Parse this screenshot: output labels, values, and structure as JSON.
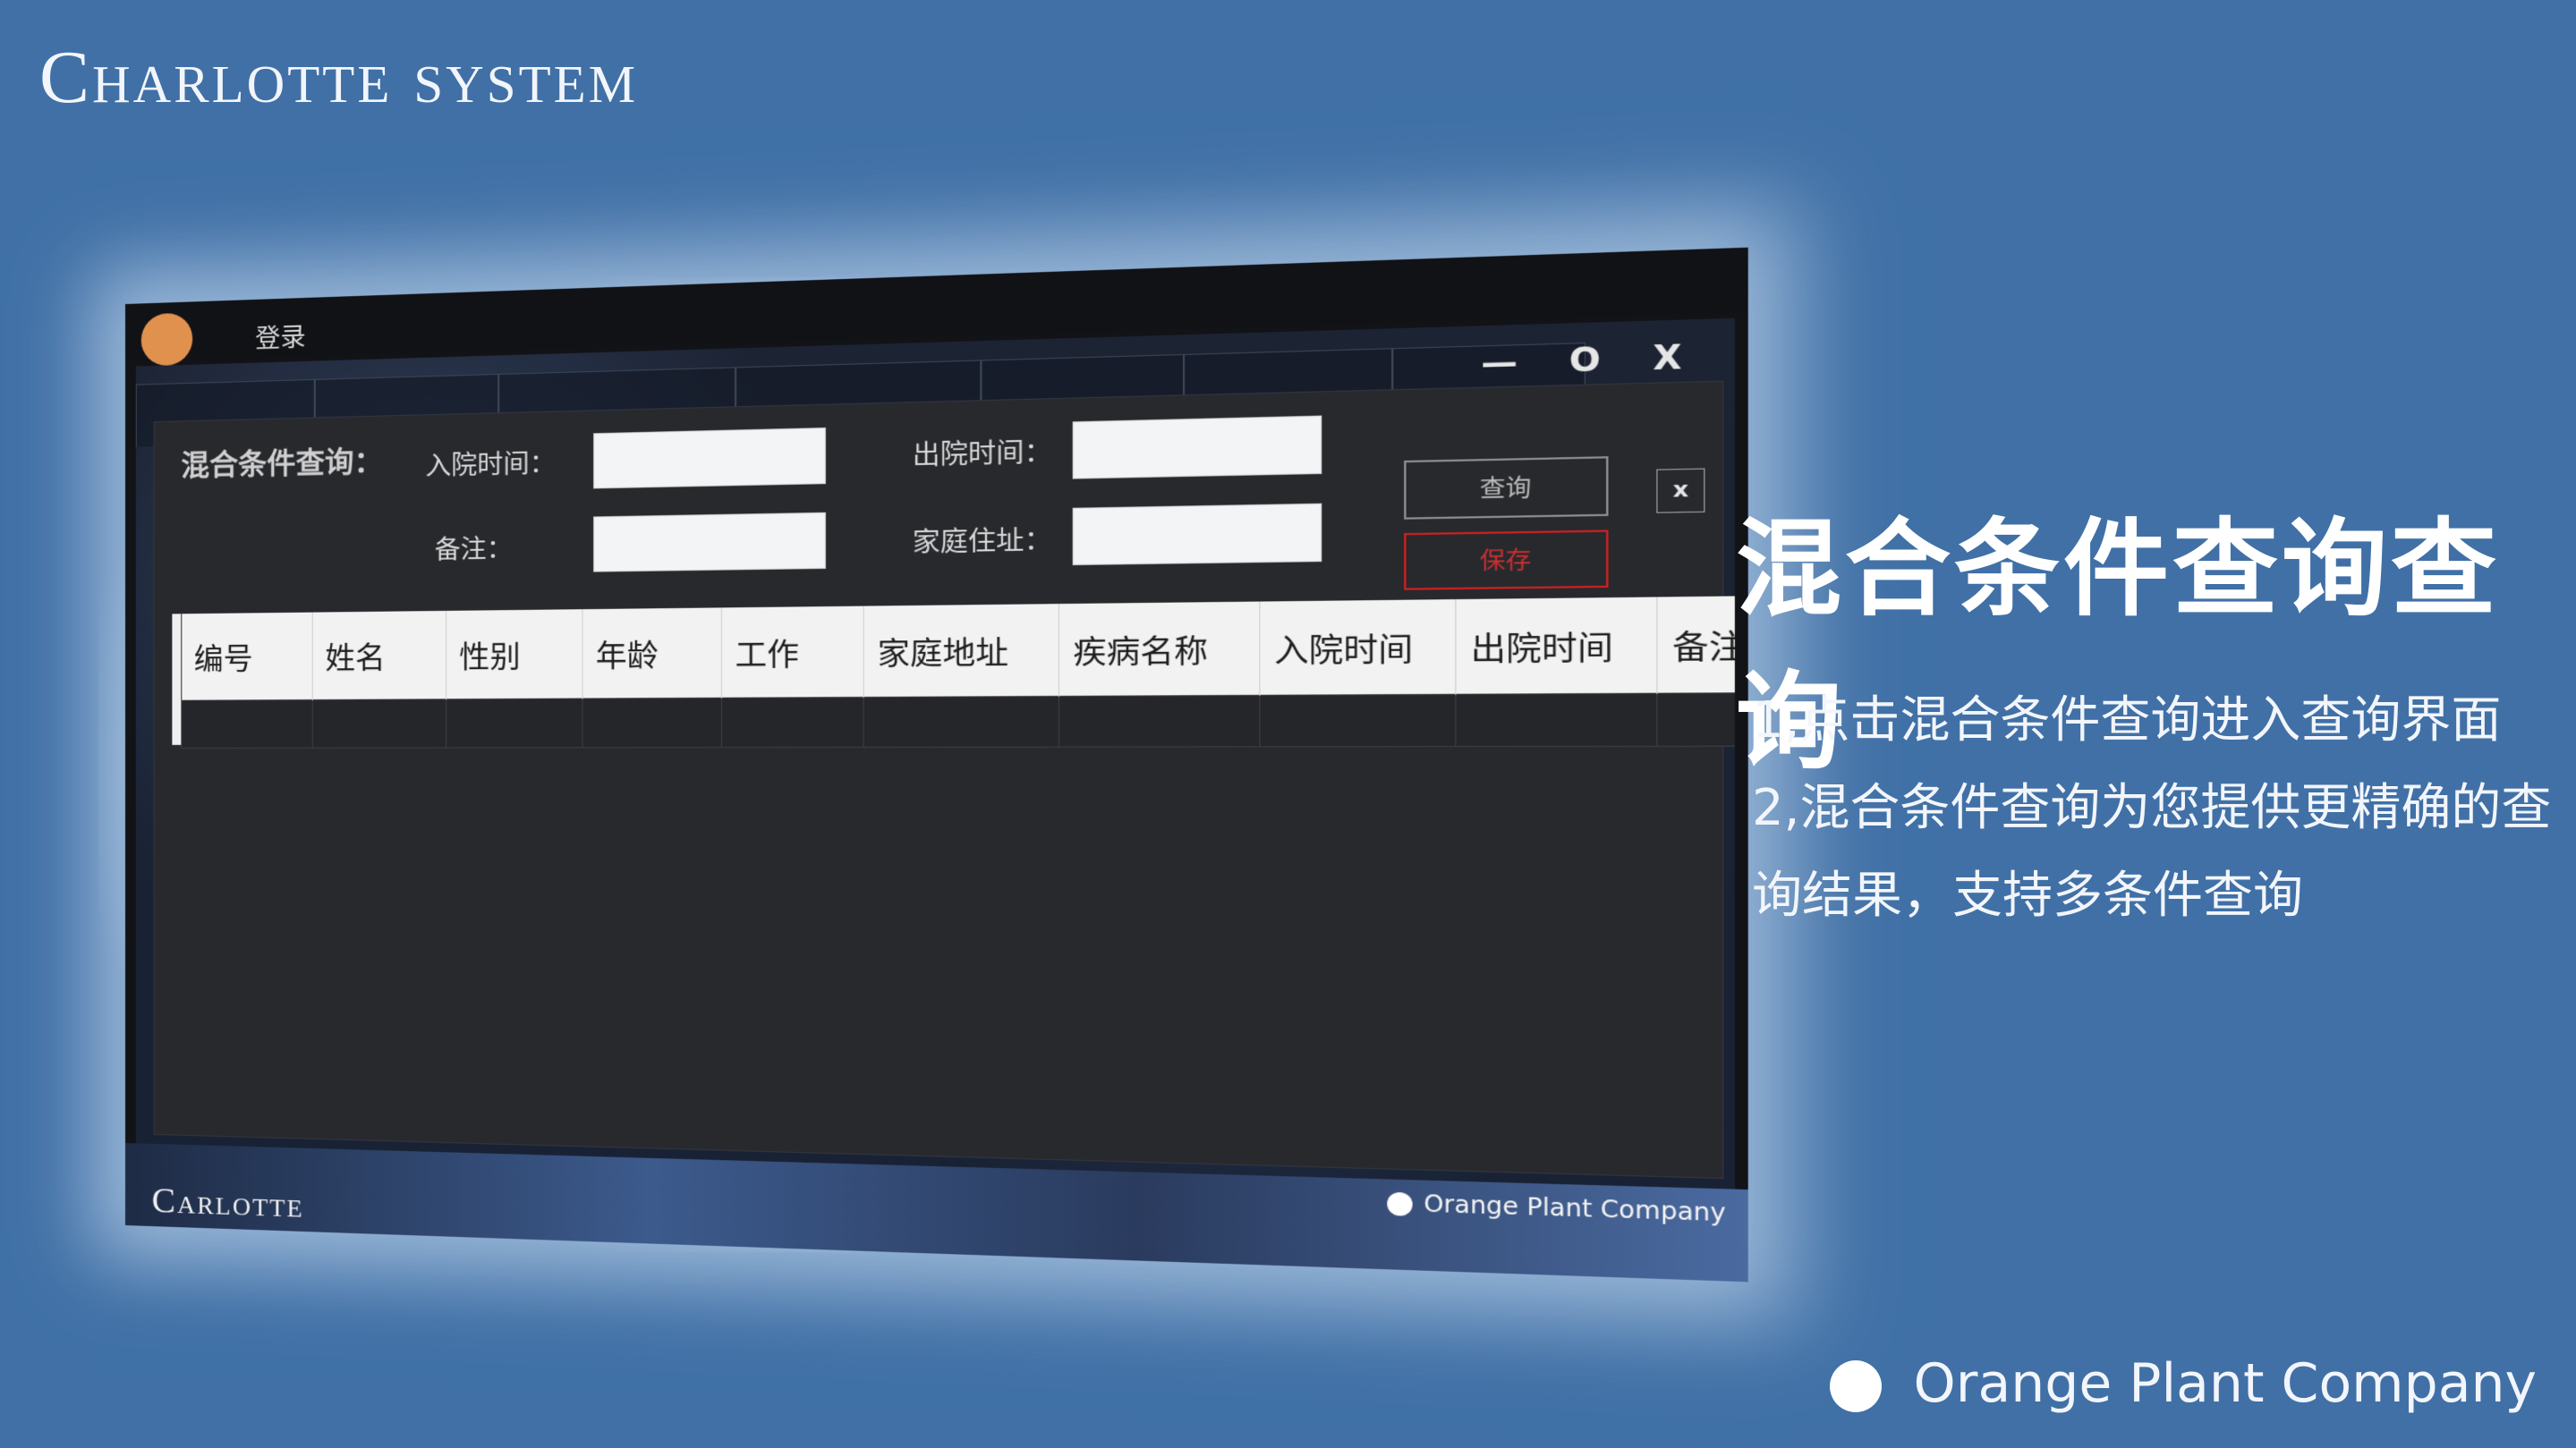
{
  "slide": {
    "title": "Charlotte system",
    "company": "Orange Plant Company"
  },
  "window": {
    "login_label": "登录",
    "controls": "— O X",
    "panel_title": "混合条件查询：",
    "fields": {
      "admit_time_label": "入院时间：",
      "discharge_time_label": "出院时间：",
      "remark_label": "备注：",
      "address_label": "家庭住址：",
      "admit_time_value": "",
      "discharge_time_value": "",
      "remark_value": "",
      "address_value": ""
    },
    "buttons": {
      "query": "查询",
      "save": "保存",
      "close": "x"
    },
    "table": {
      "columns": [
        "编号",
        "姓名",
        "性别",
        "年龄",
        "工作",
        "家庭地址",
        "疾病名称",
        "入院时间",
        "出院时间",
        "备注"
      ]
    },
    "footer_company": "Orange Plant Company",
    "footer_brand": "Carlotte"
  },
  "info": {
    "title": "混合条件查询查询",
    "line1": "1,点击混合条件查询进入查询界面",
    "line2": "2,混合条件查询为您提供更精确的查",
    "line3": "询结果，支持多条件查询"
  },
  "colors": {
    "background": "#4070a6",
    "accent_orange": "#e0914e",
    "save_red": "#d02020"
  }
}
